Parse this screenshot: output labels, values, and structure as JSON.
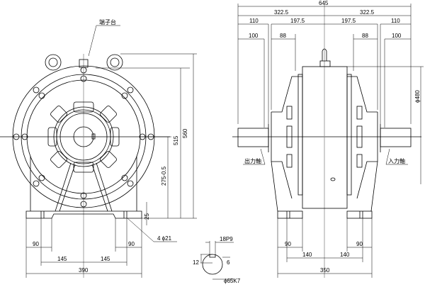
{
  "front_view": {
    "terminal_box": "端子台",
    "dim_height_total": "560",
    "dim_height_body": "515",
    "dim_shaft_height": "275-0.5",
    "dim_base_thickness": "25",
    "dim_holes": "4 ϕ21",
    "dim_foot_left": "90",
    "dim_foot_right": "90",
    "dim_hole_left": "145",
    "dim_hole_right": "145",
    "dim_width": "390"
  },
  "side_view": {
    "dim_total": "645",
    "dim_half_left": "322.5",
    "dim_half_right": "322.5",
    "dim_left_shaft": "110",
    "dim_right_shaft": "110",
    "dim_left_body": "197.5",
    "dim_right_body": "197.5",
    "dim_left_key": "100",
    "dim_right_key": "100",
    "dim_left_88": "88",
    "dim_right_88": "88",
    "dim_diameter": "ϕ480",
    "output_shaft": "出力軸",
    "input_shaft": "入力軸",
    "dim_foot_left": "90",
    "dim_foot_right": "90",
    "dim_hole_left": "140",
    "dim_hole_right": "140",
    "dim_width": "350"
  },
  "shaft_detail": {
    "key_width": "18P9",
    "key_depth": "6",
    "key_height": "12",
    "shaft_diameter": "ϕ65K7"
  }
}
